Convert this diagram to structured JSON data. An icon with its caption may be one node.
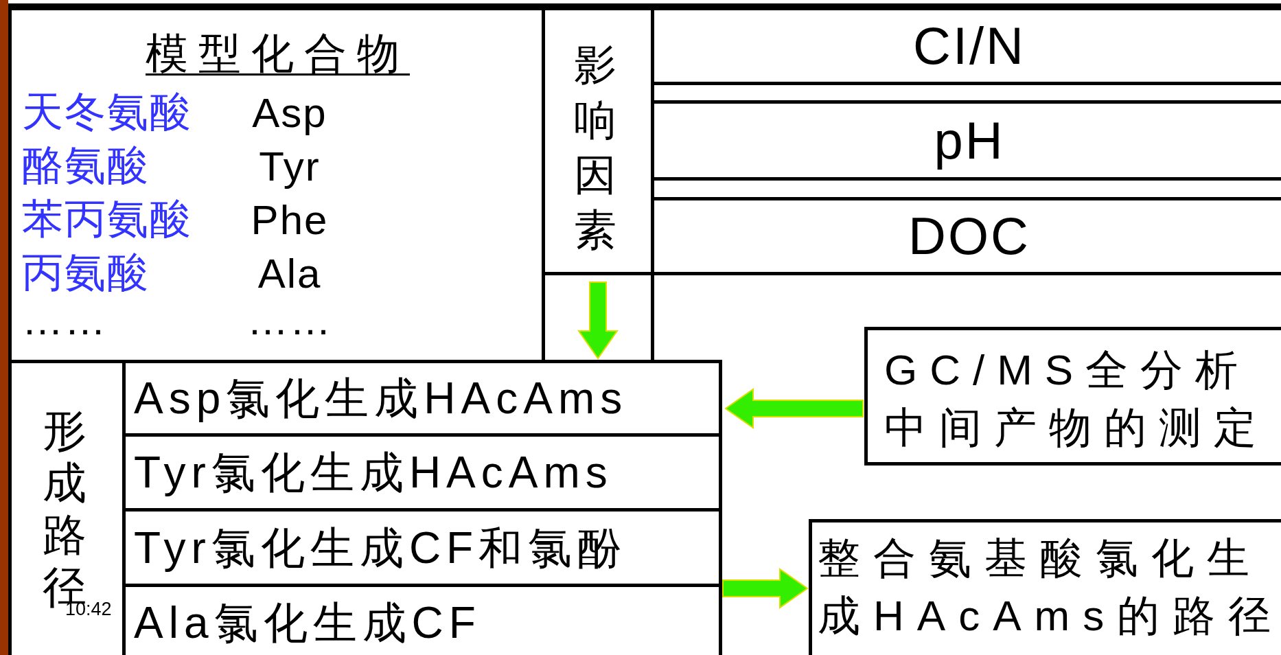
{
  "diagram": {
    "nodes": [
      {
        "text": [
          "模型化合物",
          "天冬氨酸",
          "Asp",
          "酪氨酸",
          "Tyr",
          "苯丙氨酸",
          "Phe",
          "丙氨酸",
          "Ala",
          "……",
          "……"
        ]
      },
      {
        "text": [
          "影响因素"
        ]
      },
      {
        "text": [
          "CI/N"
        ]
      },
      {
        "text": [
          "pH"
        ]
      },
      {
        "text": [
          "DOC"
        ]
      },
      {
        "text": [
          "形成路径"
        ]
      },
      {
        "text": [
          "Asp氯化生成HAcAms"
        ],
        "in": 5
      },
      {
        "text": [
          "Tyr氯化生成HAcAms"
        ],
        "in": 5
      },
      {
        "text": [
          "Tyr氯化生成CF和氯酚"
        ],
        "in": 5
      },
      {
        "text": [
          "Ala氯化生成CF"
        ],
        "in": 5
      },
      {
        "text": [
          "GC/MS全分析中间产物的测定"
        ]
      },
      {
        "text": [
          "整合氨基酸氯化生成HAcAms的路径"
        ]
      }
    ],
    "edges": [
      {
        "from": 1,
        "to": 5,
        "arrow": "to"
      },
      {
        "from": 10,
        "to": 5,
        "arrow": "to"
      },
      {
        "from": 5,
        "to": 11,
        "arrow": "to"
      }
    ],
    "labels": [
      "10:42"
    ]
  }
}
